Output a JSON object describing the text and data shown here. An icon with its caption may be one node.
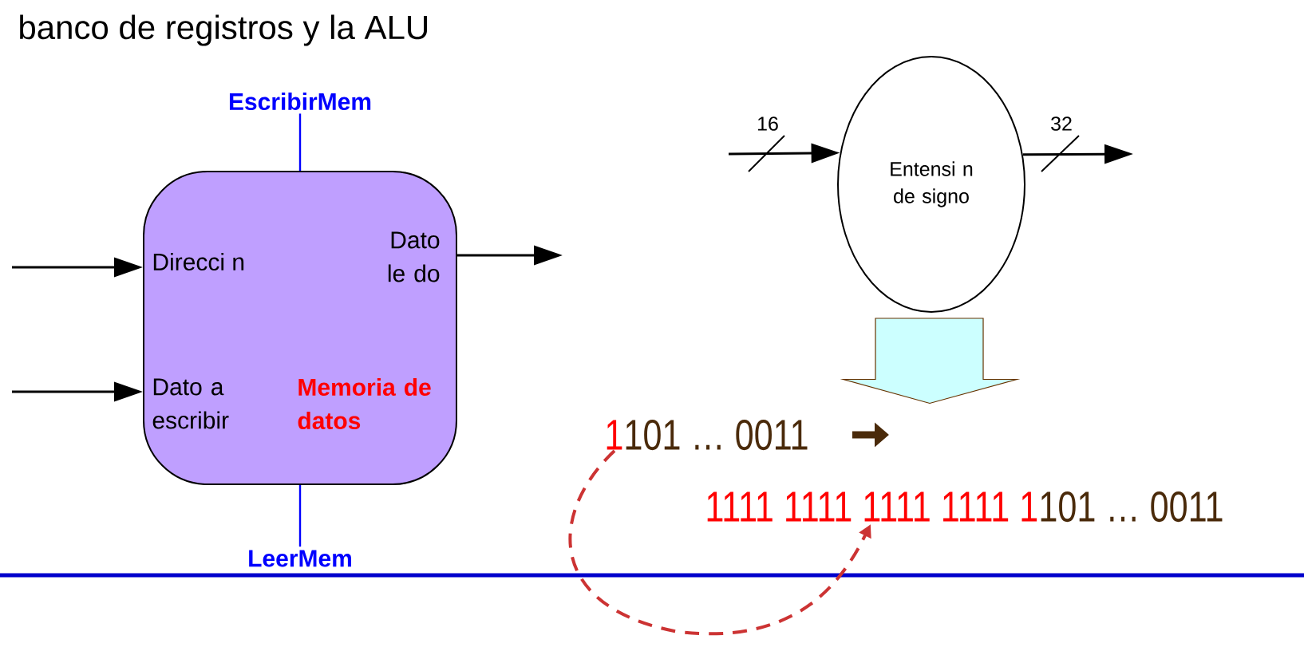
{
  "diagram": {
    "title": "banco de registros y la ALU",
    "nodes": [
      {
        "text": [
          "Direcci n",
          "Dato le do",
          "Dato a escribir",
          "Memoria de datos"
        ]
      },
      {
        "text": [
          "EscribirMem"
        ]
      },
      {
        "text": [
          "LeerMem"
        ]
      },
      {
        "text": [
          "Entensi n de signo"
        ]
      },
      {
        "text": [
          "1",
          "101 … 0011"
        ]
      },
      {
        "text": [
          "1111 1111 1111 1111 1",
          "101 … 0011"
        ]
      }
    ],
    "edges": [
      {
        "from": 1,
        "to": 0,
        "arrow": "none",
        "color": "#0000ff"
      },
      {
        "from": 0,
        "to": 2,
        "arrow": "none",
        "color": "#0000ff"
      },
      {
        "from": null,
        "to": 0,
        "arrow": "to"
      },
      {
        "from": null,
        "to": 0,
        "arrow": "to"
      },
      {
        "from": 0,
        "to": null,
        "arrow": "to"
      },
      {
        "from": null,
        "to": 3,
        "arrow": "to",
        "label": "16"
      },
      {
        "from": 3,
        "to": null,
        "arrow": "to",
        "label": "32"
      },
      {
        "from": 3,
        "to": 4,
        "arrow": "to",
        "style": "thick",
        "color": "#ccffff"
      },
      {
        "from": 4,
        "to": 5,
        "arrow": "to",
        "style": "dashed",
        "color": "#cc3333"
      }
    ]
  }
}
